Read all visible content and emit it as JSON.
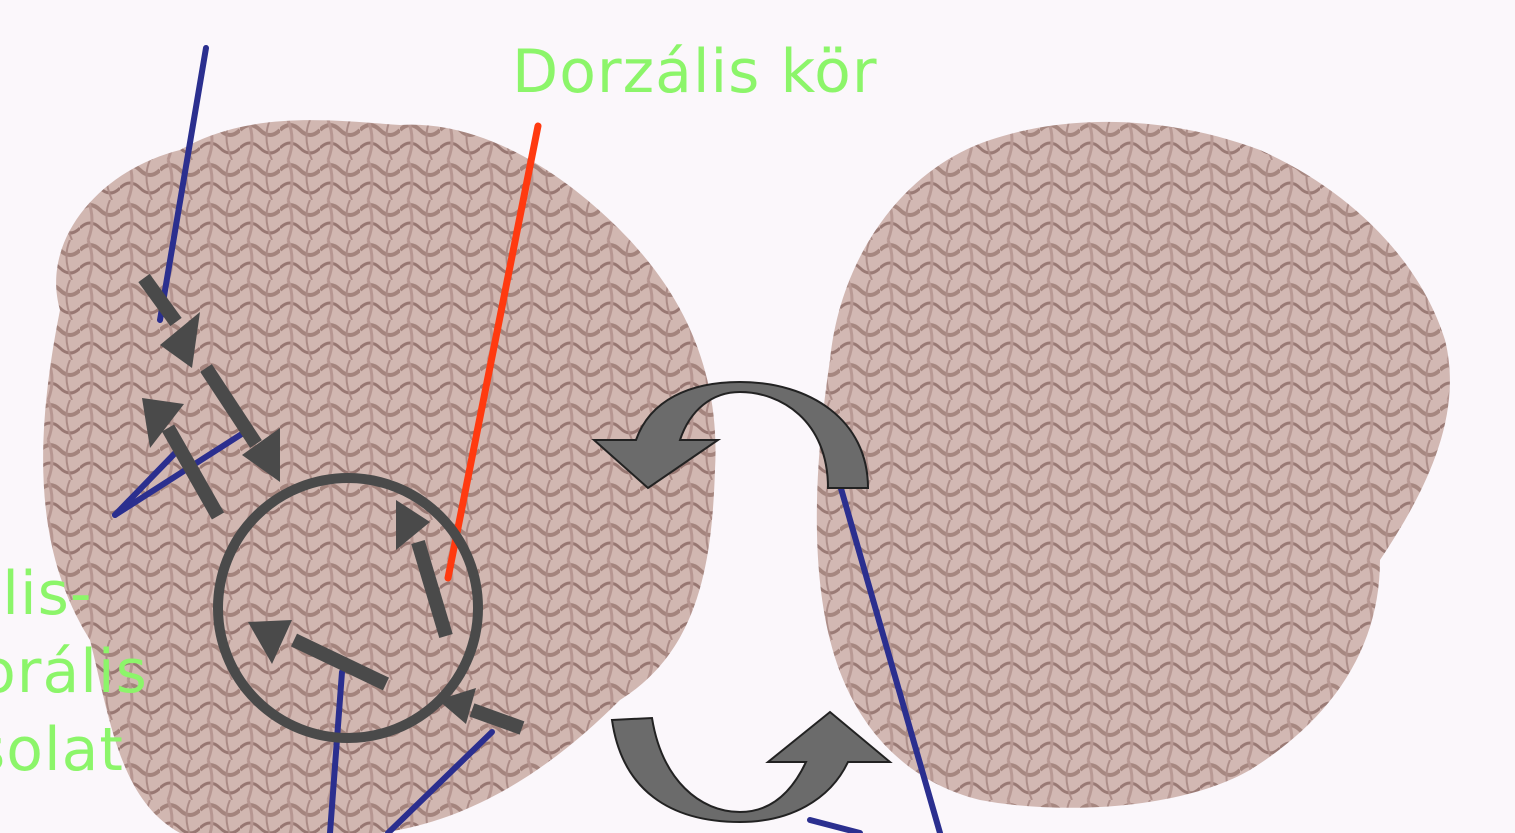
{
  "labels": {
    "dorsal_loop": "Dorzális kör",
    "frontal_temporal_line1": "tális-",
    "frontal_temporal_line2": "porális",
    "frontal_temporal_line3": "csolat"
  },
  "colors": {
    "background": "#fbf7fb",
    "label_green": "#8cf56a",
    "pointer_blue": "#2b2f8f",
    "pointer_red": "#ff3a10",
    "arrow_gray": "#4a4a4a",
    "curved_arrow_fill": "#6b6b6b",
    "brain_tissue": "#c9a9a4"
  }
}
